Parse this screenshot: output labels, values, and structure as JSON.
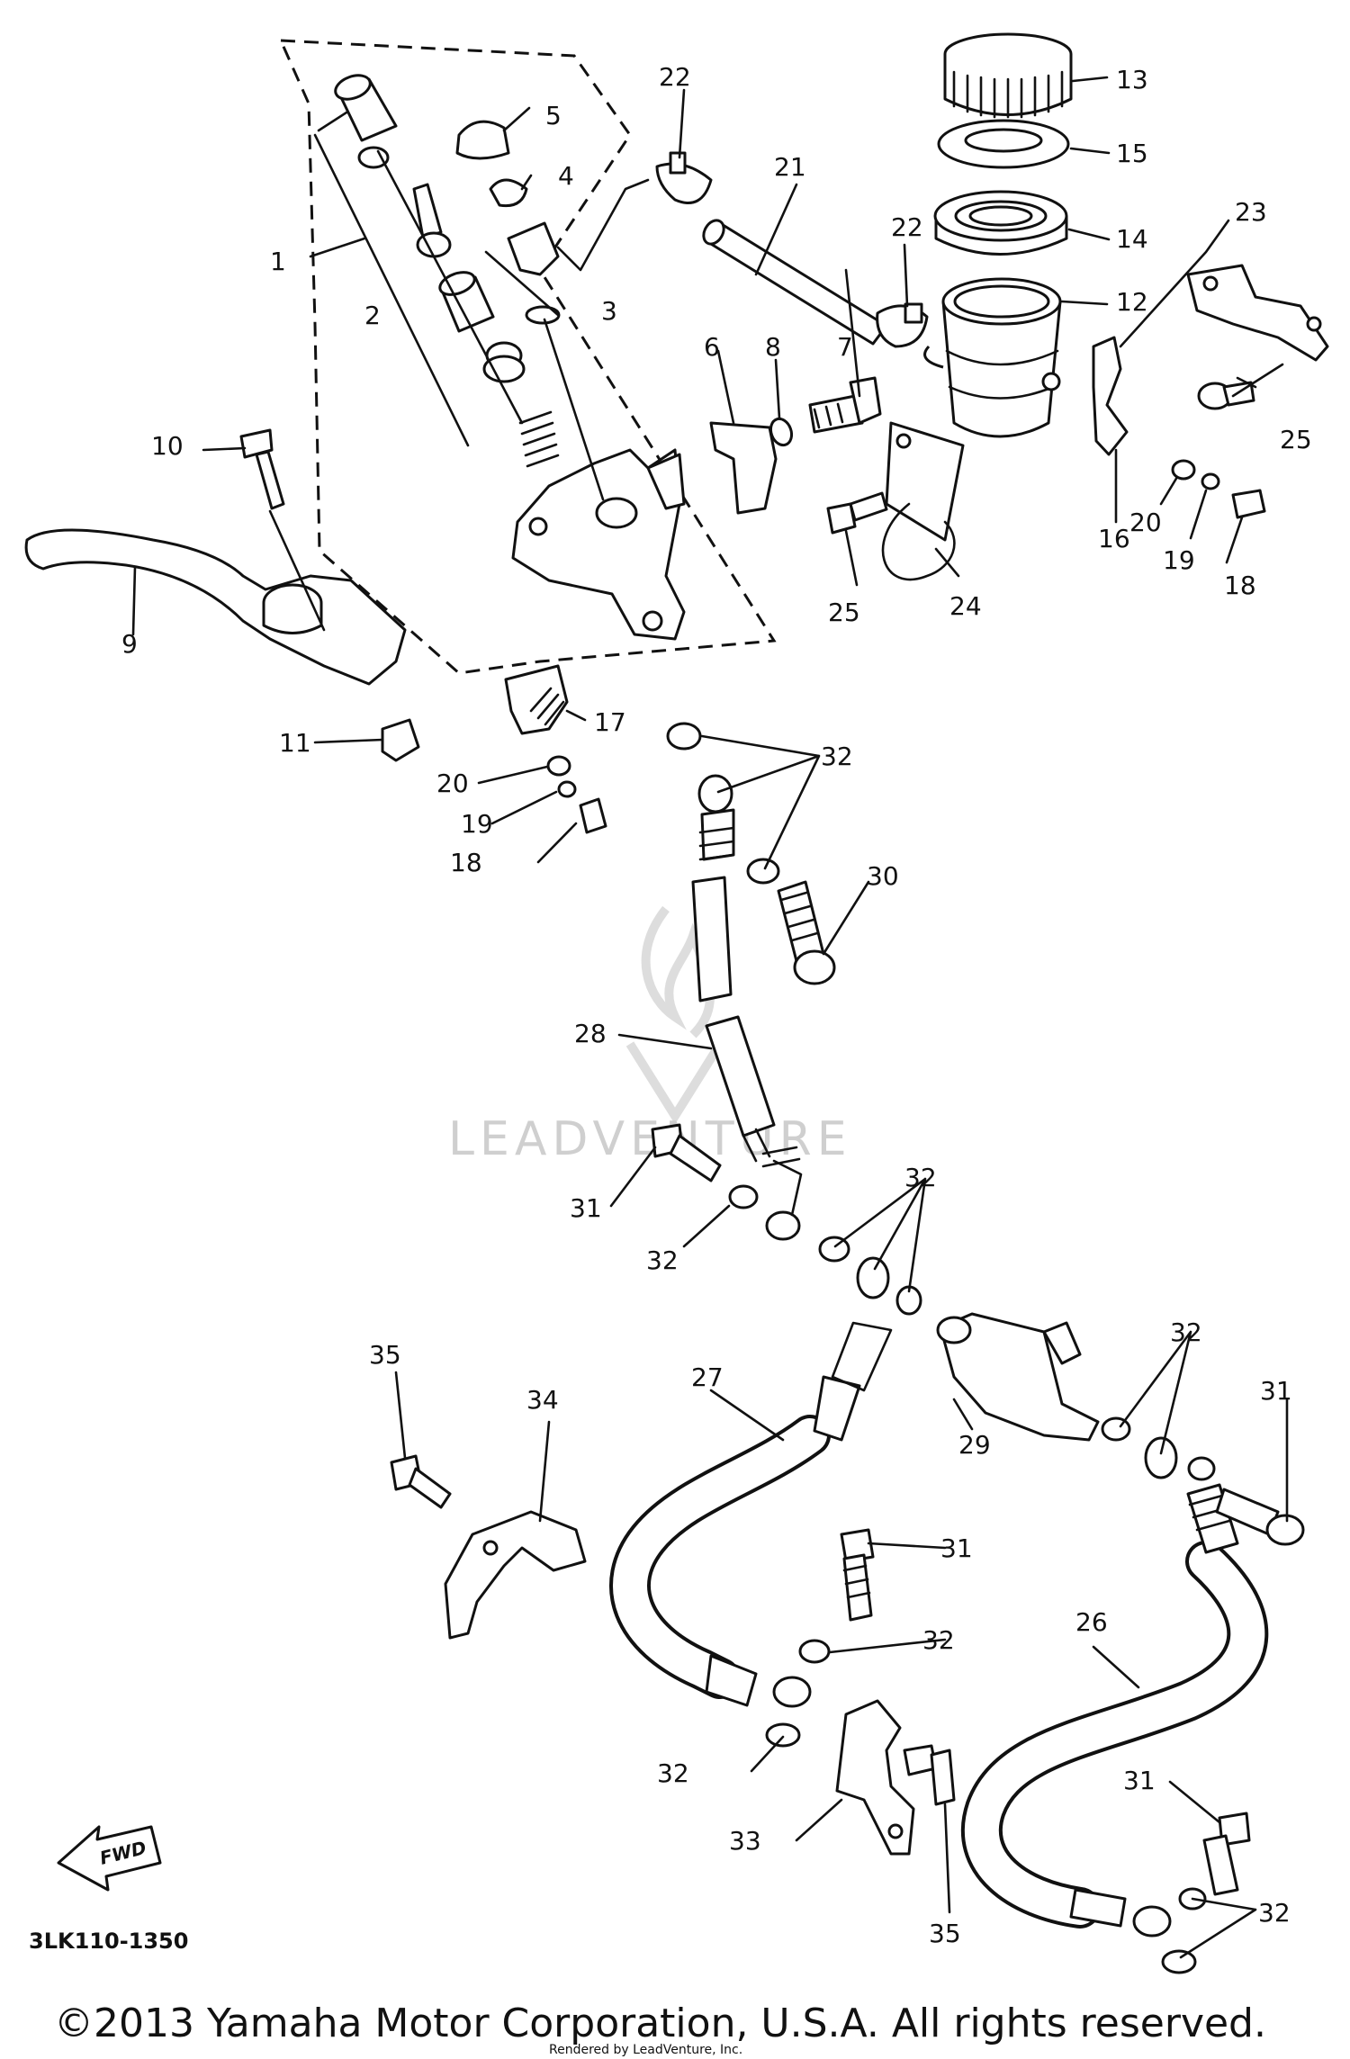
{
  "diagram": {
    "part_code": "3LK110-1350",
    "fwd_label": "FWD",
    "copyright": "©2013 Yamaha Motor Corporation, U.S.A. All rights reserved.",
    "credit": "Rendered by LeadVenture, Inc.",
    "watermark": "LEADVENTURE",
    "callouts": {
      "c1": "1",
      "c2": "2",
      "c3": "3",
      "c4": "4",
      "c5": "5",
      "c6": "6",
      "c7": "7",
      "c8": "8",
      "c9": "9",
      "c10": "10",
      "c11": "11",
      "c12": "12",
      "c13": "13",
      "c14": "14",
      "c15": "15",
      "c16": "16",
      "c17": "17",
      "c18a": "18",
      "c18b": "18",
      "c19a": "19",
      "c19b": "19",
      "c20a": "20",
      "c20b": "20",
      "c21": "21",
      "c22a": "22",
      "c22b": "22",
      "c23": "23",
      "c24": "24",
      "c25a": "25",
      "c25b": "25",
      "c26": "26",
      "c27": "27",
      "c28": "28",
      "c29": "29",
      "c30": "30",
      "c31a": "31",
      "c31b": "31",
      "c31c": "31",
      "c31d": "31",
      "c32a": "32",
      "c32b": "32",
      "c32c": "32",
      "c32d": "32",
      "c32e": "32",
      "c32f": "32",
      "c32g": "32",
      "c33": "33",
      "c34": "34",
      "c35a": "35",
      "c35b": "35"
    }
  }
}
